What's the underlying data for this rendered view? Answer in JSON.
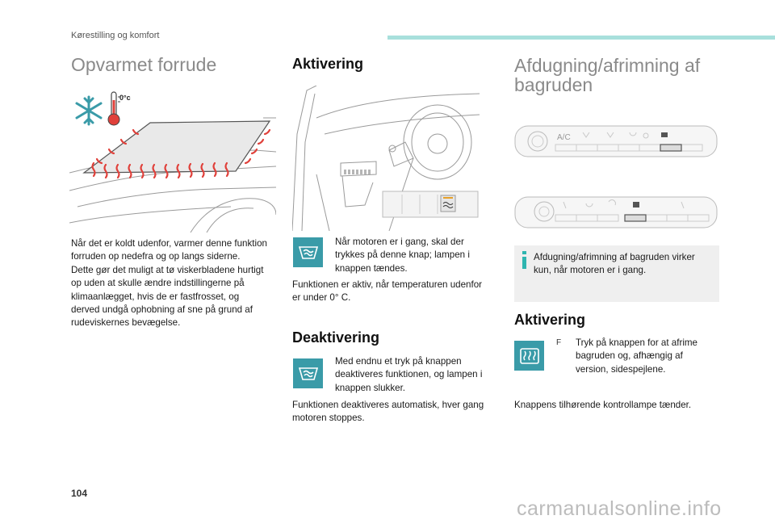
{
  "header": {
    "section": "Kørestilling og komfort"
  },
  "col1": {
    "title": "Opvarmet forrude",
    "temp_label": "0°c",
    "body": [
      "Når det er koldt udenfor, varmer denne funktion",
      "forruden op nedefra og op langs siderne.",
      "Dette gør det muligt at tø viskerbladene hurtigt",
      "op uden at skulle ændre indstillingerne på",
      "klimaanlægget, hvis de er fastfrosset, og",
      "derved undgå ophobning af sne på grund af",
      "rudeviskernes bevægelse."
    ]
  },
  "col2": {
    "activation_title": "Aktivering",
    "activation_text": [
      "Når motoren er i gang, skal der",
      "trykkes på denne knap; lampen i",
      "knappen tændes."
    ],
    "activation_note": [
      "Funktionen er aktiv, når temperaturen udenfor",
      "er under 0° C."
    ],
    "deactivation_title": "Deaktivering",
    "deactivation_text": [
      "Med endnu et tryk på knappen",
      "deaktiveres funktionen, og lampen i",
      "knappen slukker."
    ],
    "deactivation_note": [
      "Funktionen deaktiveres automatisk, hver gang",
      "motoren stoppes."
    ]
  },
  "col3": {
    "title_line1": "Afdugning/afrimning af",
    "title_line2": "bagruden",
    "panel_label": "A/C",
    "note": [
      "Afdugning/afrimning af bagruden virker",
      "kun, når motoren er i gang."
    ],
    "activation_title": "Aktivering",
    "bullet": "F",
    "activation_text": [
      "Tryk på knappen for at afrime",
      "bagruden og, afhængig af",
      "version, sidespejlene."
    ],
    "activation_note": "Knappens tilhørende kontrollampe tænder."
  },
  "footer": {
    "page_number": "104",
    "watermark": "carmanualsonline.info"
  },
  "colors": {
    "accent": "#3a9ba8",
    "header_bar": "#a8e0dc",
    "heat_red": "#e0403a"
  }
}
